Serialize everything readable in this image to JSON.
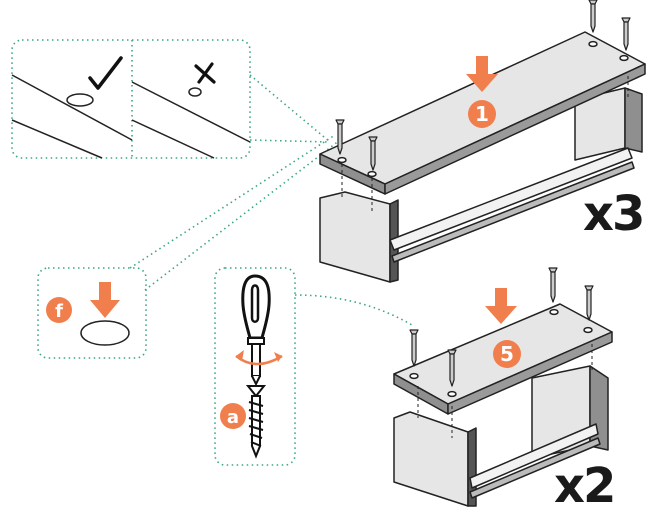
{
  "colors": {
    "accent": "#f07f4d",
    "line": "#222222",
    "panel_top": "#e6e6e6",
    "panel_side": "#9a9a9a",
    "dotted_guide": "#3aa782"
  },
  "steps": {
    "top_step": "1",
    "bottom_step": "5"
  },
  "parts": {
    "screwdriver_label": "a",
    "washer_label": "f"
  },
  "quantities": {
    "top_assembly": "x3",
    "bottom_assembly": "x2"
  },
  "icons": {
    "correct": "check-icon",
    "incorrect": "cross-icon",
    "rotate": "rotate-arrow-icon",
    "press": "down-arrow-icon"
  }
}
